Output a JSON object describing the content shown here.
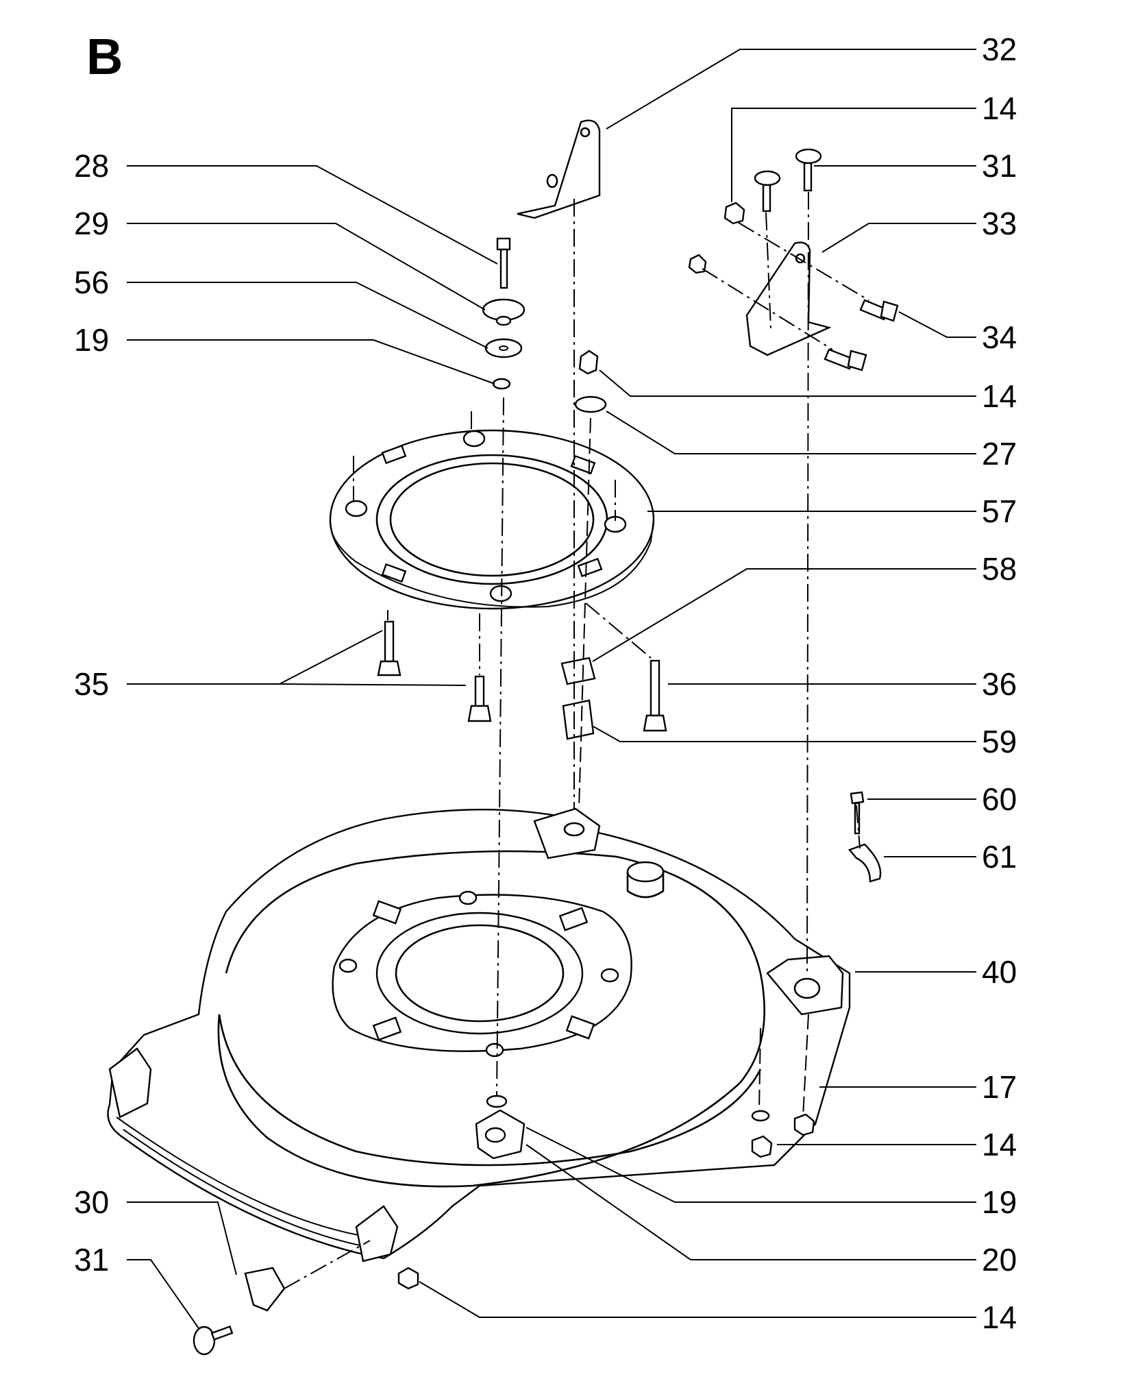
{
  "figure_label": "B",
  "callouts": [
    {
      "id": "c32",
      "text": "32"
    },
    {
      "id": "c14a",
      "text": "14"
    },
    {
      "id": "c31a",
      "text": "31"
    },
    {
      "id": "c33",
      "text": "33"
    },
    {
      "id": "c34",
      "text": "34"
    },
    {
      "id": "c14b",
      "text": "14"
    },
    {
      "id": "c27",
      "text": "27"
    },
    {
      "id": "c57",
      "text": "57"
    },
    {
      "id": "c58",
      "text": "58"
    },
    {
      "id": "c36",
      "text": "36"
    },
    {
      "id": "c59",
      "text": "59"
    },
    {
      "id": "c60",
      "text": "60"
    },
    {
      "id": "c61",
      "text": "61"
    },
    {
      "id": "c40",
      "text": "40"
    },
    {
      "id": "c17",
      "text": "17"
    },
    {
      "id": "c14c",
      "text": "14"
    },
    {
      "id": "c19b",
      "text": "19"
    },
    {
      "id": "c20",
      "text": "20"
    },
    {
      "id": "c14d",
      "text": "14"
    },
    {
      "id": "c28",
      "text": "28"
    },
    {
      "id": "c29",
      "text": "29"
    },
    {
      "id": "c56",
      "text": "56"
    },
    {
      "id": "c19a",
      "text": "19"
    },
    {
      "id": "c35",
      "text": "35"
    },
    {
      "id": "c30",
      "text": "30"
    },
    {
      "id": "c31b",
      "text": "31"
    }
  ]
}
